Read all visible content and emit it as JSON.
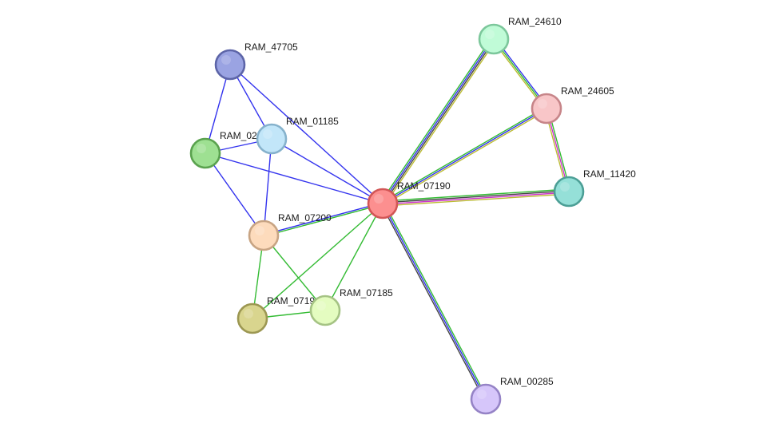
{
  "network": {
    "nodes": [
      {
        "id": "RAM_47705",
        "label": "RAM_47705",
        "fill": "#9aa3e2",
        "stroke": "#5d65a8"
      },
      {
        "id": "RAM_02",
        "label": "RAM_02",
        "fill": "#9ee092",
        "stroke": "#5aa24e"
      },
      {
        "id": "RAM_01185",
        "label": "RAM_01185",
        "fill": "#c2e6f9",
        "stroke": "#86b2cc"
      },
      {
        "id": "RAM_07190",
        "label": "RAM_07190",
        "fill": "#fc8f8f",
        "stroke": "#d25656"
      },
      {
        "id": "RAM_07200",
        "label": "RAM_07200",
        "fill": "#fddbbc",
        "stroke": "#c8a483"
      },
      {
        "id": "RAM_0719",
        "label": "RAM_0719",
        "fill": "#d9d58e",
        "stroke": "#9c9752"
      },
      {
        "id": "RAM_07185",
        "label": "RAM_07185",
        "fill": "#e4fcc0",
        "stroke": "#a5c384"
      },
      {
        "id": "RAM_24610",
        "label": "RAM_24610",
        "fill": "#c0fbd7",
        "stroke": "#7cc79b"
      },
      {
        "id": "RAM_24605",
        "label": "RAM_24605",
        "fill": "#f8c6c8",
        "stroke": "#c78589"
      },
      {
        "id": "RAM_11420",
        "label": "RAM_11420",
        "fill": "#95e0d8",
        "stroke": "#4c9f96"
      },
      {
        "id": "RAM_00285",
        "label": "RAM_00285",
        "fill": "#d6c6fa",
        "stroke": "#9583c6"
      }
    ],
    "edges": [
      {
        "source": "RAM_47705",
        "target": "RAM_02",
        "colors": [
          "#3333ee"
        ]
      },
      {
        "source": "RAM_47705",
        "target": "RAM_01185",
        "colors": [
          "#3333ee"
        ]
      },
      {
        "source": "RAM_47705",
        "target": "RAM_07190",
        "colors": [
          "#3333ee"
        ]
      },
      {
        "source": "RAM_02",
        "target": "RAM_01185",
        "colors": [
          "#3333ee"
        ]
      },
      {
        "source": "RAM_02",
        "target": "RAM_07190",
        "colors": [
          "#3333ee"
        ]
      },
      {
        "source": "RAM_02",
        "target": "RAM_07200",
        "colors": [
          "#3333ee"
        ]
      },
      {
        "source": "RAM_01185",
        "target": "RAM_07190",
        "colors": [
          "#3333ee"
        ]
      },
      {
        "source": "RAM_01185",
        "target": "RAM_07200",
        "colors": [
          "#3333ee"
        ]
      },
      {
        "source": "RAM_07200",
        "target": "RAM_07190",
        "colors": [
          "#3333ee",
          "#33bb33"
        ]
      },
      {
        "source": "RAM_07200",
        "target": "RAM_0719",
        "colors": [
          "#33bb33"
        ]
      },
      {
        "source": "RAM_07200",
        "target": "RAM_07185",
        "colors": [
          "#33bb33"
        ]
      },
      {
        "source": "RAM_0719",
        "target": "RAM_07185",
        "colors": [
          "#33bb33"
        ]
      },
      {
        "source": "RAM_0719",
        "target": "RAM_07190",
        "colors": [
          "#33bb33"
        ]
      },
      {
        "source": "RAM_07185",
        "target": "RAM_07190",
        "colors": [
          "#33bb33"
        ]
      },
      {
        "source": "RAM_07190",
        "target": "RAM_24610",
        "colors": [
          "#33bb33",
          "#3333ee",
          "#444444",
          "#bbbb33"
        ]
      },
      {
        "source": "RAM_07190",
        "target": "RAM_24605",
        "colors": [
          "#33bb33",
          "#3333ee",
          "#bbbb33"
        ]
      },
      {
        "source": "RAM_07190",
        "target": "RAM_11420",
        "colors": [
          "#33bb33",
          "#444444",
          "#cc33cc",
          "#bbbb33"
        ]
      },
      {
        "source": "RAM_07190",
        "target": "RAM_00285",
        "colors": [
          "#33bb33",
          "#3333ee",
          "#444444"
        ]
      },
      {
        "source": "RAM_24610",
        "target": "RAM_24605",
        "colors": [
          "#3333ee",
          "#33bb33",
          "#bbbb33"
        ]
      },
      {
        "source": "RAM_24605",
        "target": "RAM_11420",
        "colors": [
          "#33bb33",
          "#cc33cc",
          "#bbbb33"
        ]
      }
    ]
  }
}
